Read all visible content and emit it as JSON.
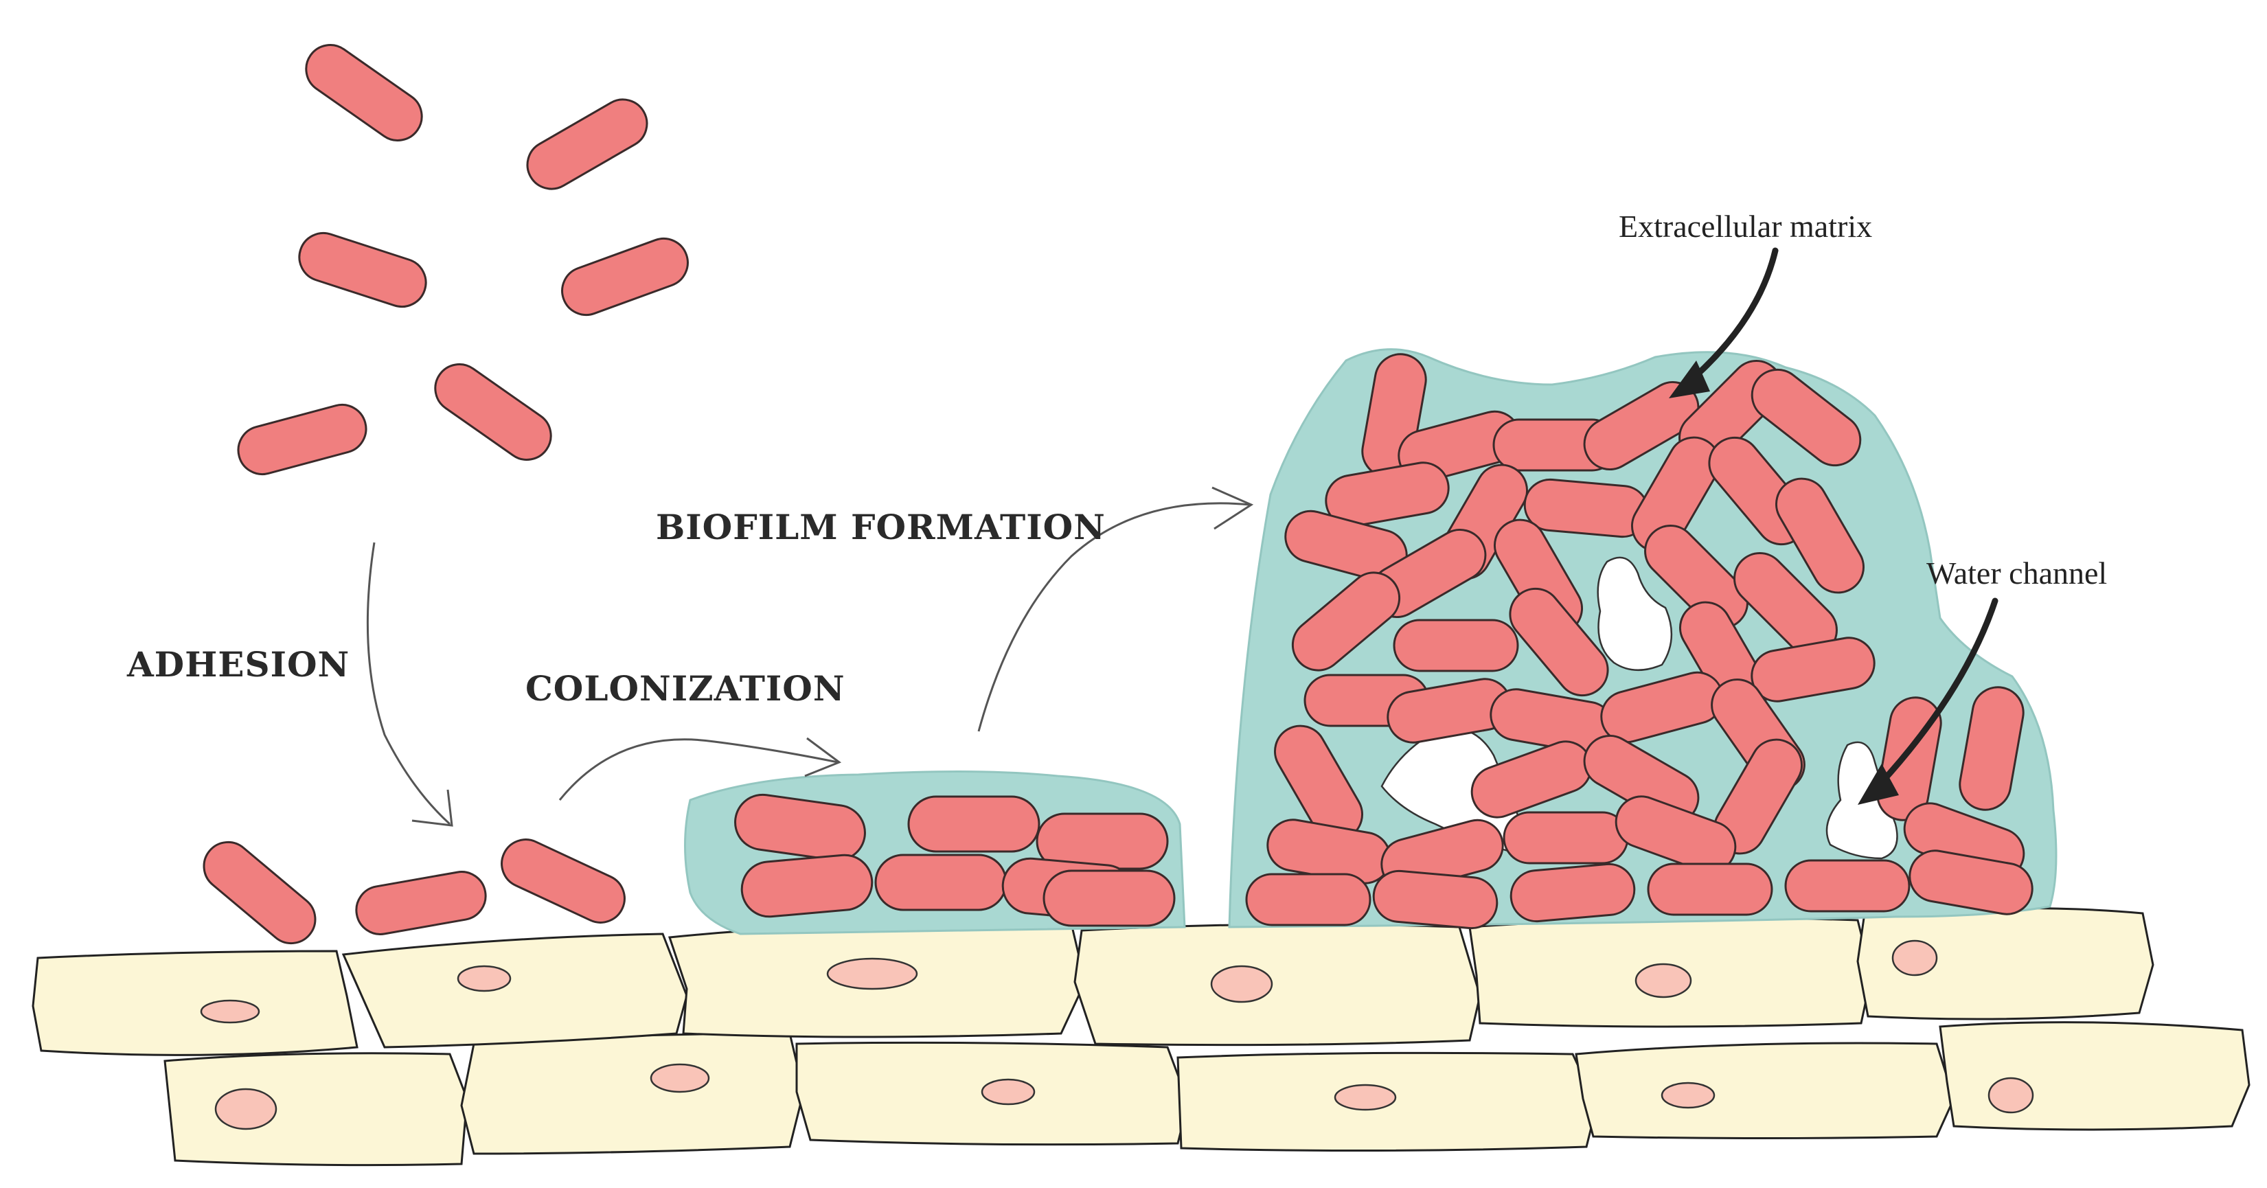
{
  "stages": {
    "adhesion": "ADHESION",
    "colonization": "COLONIZATION",
    "biofilm_formation": "BIOFILM FORMATION"
  },
  "annotations": {
    "extracellular_matrix": "Extracellular matrix",
    "water_channel": "Water channel"
  },
  "colors": {
    "bacterium": "#f07f7f",
    "host_cell": "#fcf6d6",
    "nucleus": "#f9c4b8",
    "matrix": "#a9d8d2",
    "water_channel": "#ffffff"
  },
  "icons": {
    "bacterium": "rod-shaped-bacterium-icon",
    "host_cell": "epithelial-cell-icon",
    "arrow": "curved-arrow-icon"
  }
}
